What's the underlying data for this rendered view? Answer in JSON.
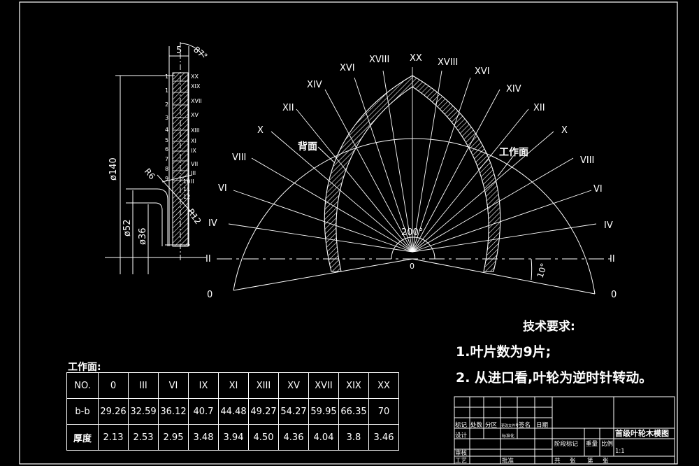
{
  "cross_section": {
    "top_dims": [
      "87°",
      "5"
    ],
    "diameters": [
      "ø140",
      "ø52",
      "ø36"
    ],
    "radii": [
      "R6",
      "R12"
    ],
    "row_roman": [
      "XX",
      "XIX",
      "XVII",
      "XV",
      "XIII",
      "XI",
      "IX",
      "VII",
      "III",
      "II"
    ],
    "row_nums": [
      "1",
      "1",
      "2",
      "3",
      "4",
      "5",
      "6",
      "7",
      "8",
      "9",
      "10",
      "11",
      "12"
    ]
  },
  "impeller": {
    "left_labels": [
      "0",
      "II",
      "IV",
      "VI",
      "VIII",
      "X",
      "XII",
      "XIV",
      "XVI",
      "XVIII"
    ],
    "top_label": "XX",
    "right_labels": [
      "XVIII",
      "XVI",
      "XIV",
      "XII",
      "X",
      "VIII",
      "VI",
      "IV",
      "II",
      "0"
    ],
    "back_face": "背面",
    "working_face": "工作面",
    "center_angle": "200°",
    "center_label": "0",
    "tilt_angle": "10°"
  },
  "notes": {
    "title": "技术要求:",
    "item1": "1.叶片数为9片;",
    "item2": "2. 从进口看,叶轮为逆时针转动。"
  },
  "table": {
    "label": "工作面:",
    "header": [
      "NO.",
      "0",
      "III",
      "VI",
      "IX",
      "XI",
      "XIII",
      "XV",
      "XVII",
      "XIX",
      "XX"
    ],
    "row_bb": [
      "b-b",
      "29.26",
      "32.59",
      "36.12",
      "40.7",
      "44.48",
      "49.27",
      "54.27",
      "59.95",
      "66.35",
      "70"
    ],
    "row_thickness": [
      "厚度",
      "2.13",
      "2.53",
      "2.95",
      "3.48",
      "3.94",
      "4.50",
      "4.36",
      "4.04",
      "3.8",
      "3.46"
    ]
  },
  "title_block": {
    "drawing_title": "首级叶轮木模图",
    "row_a": [
      "标记",
      "处数",
      "分区",
      "更改文件号",
      "签名",
      "日期"
    ],
    "row_b": [
      "设计",
      "标准化",
      "阶段标记",
      "重量",
      "比例"
    ],
    "scale": "1:1",
    "row_c": [
      "审核"
    ],
    "row_d": [
      "工艺",
      "批准",
      "共",
      "张",
      "第",
      "张"
    ]
  }
}
